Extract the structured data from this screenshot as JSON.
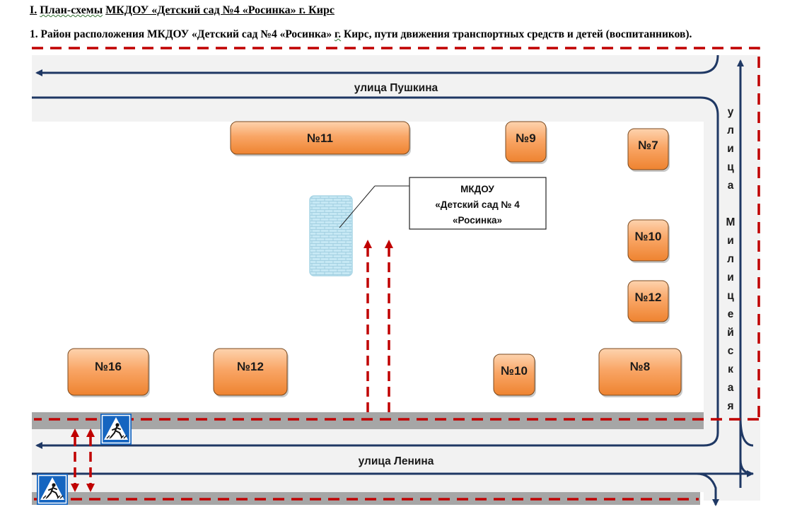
{
  "header": {
    "title_roman": "I.",
    "title_main": "План-схемы",
    "title_rest": "МКДОУ «Детский сад №4 «Росинка» г. Кирс",
    "subtitle_a": "1. Район расположения МКДОУ «Детский сад №4 «Росинка»",
    "subtitle_g": "г.",
    "subtitle_b": "Кирс, пути движения транспортных средств и детей (воспитанников)."
  },
  "streets": {
    "top": "улица Пушкина",
    "bottom": "улица Ленина",
    "right_letters": [
      "у",
      "л",
      "и",
      "ц",
      "а",
      "М",
      "и",
      "л",
      "и",
      "ц",
      "е",
      "й",
      "с",
      "к",
      "а",
      "я"
    ]
  },
  "kindergarten": {
    "line1": "МКДОУ",
    "line2": "«Детский сад № 4",
    "line3": "«Росинка»"
  },
  "buildings": [
    {
      "label": "№11"
    },
    {
      "label": "№9"
    },
    {
      "label": "№7"
    },
    {
      "label": "№10"
    },
    {
      "label": "№12"
    },
    {
      "label": "№16"
    },
    {
      "label": "№12"
    },
    {
      "label": "№10"
    },
    {
      "label": "№8"
    }
  ],
  "colors": {
    "building_fill_top": "#fcc79c",
    "building_fill_bottom": "#f08a3a",
    "building_stroke": "#7a4a20",
    "road": "#f2f2f2",
    "sidewalk": "#a6a6a6",
    "traffic_arrow": "#1f3864",
    "child_path": "#c00000",
    "kindergarten_fill": "#bde3f0",
    "crossing_sign": "#1565c0"
  },
  "icons": {
    "crosswalk_sign": "pedestrian-crossing-sign-icon",
    "traffic_arrow": "arrow-icon"
  }
}
